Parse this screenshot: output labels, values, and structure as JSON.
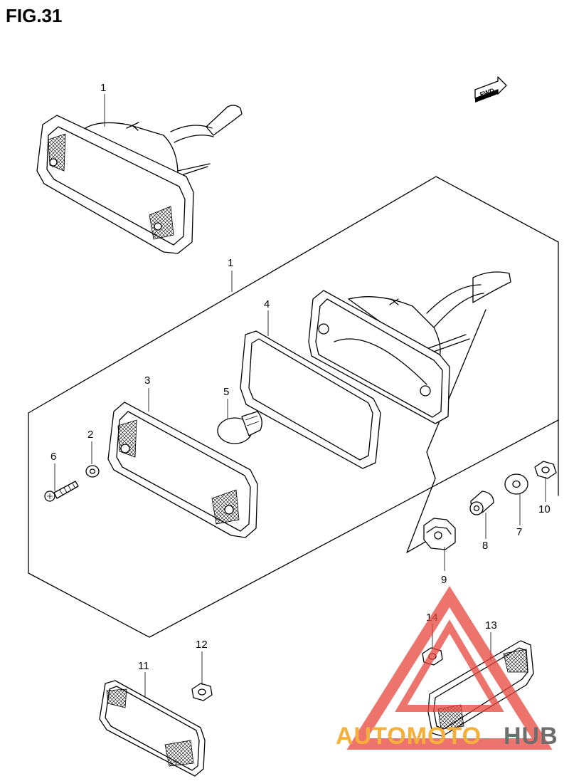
{
  "figure": {
    "title": "FIG.31"
  },
  "direction_marker": {
    "label": "FWD",
    "icon": "forward-arrow-icon"
  },
  "callouts": [
    {
      "id": "c1a",
      "label": "1"
    },
    {
      "id": "c1b",
      "label": "1"
    },
    {
      "id": "c2",
      "label": "2"
    },
    {
      "id": "c3",
      "label": "3"
    },
    {
      "id": "c4",
      "label": "4"
    },
    {
      "id": "c5",
      "label": "5"
    },
    {
      "id": "c6",
      "label": "6"
    },
    {
      "id": "c7",
      "label": "7"
    },
    {
      "id": "c8",
      "label": "8"
    },
    {
      "id": "c9",
      "label": "9"
    },
    {
      "id": "c10",
      "label": "10"
    },
    {
      "id": "c11",
      "label": "11"
    },
    {
      "id": "c12",
      "label": "12"
    },
    {
      "id": "c13",
      "label": "13"
    },
    {
      "id": "c14",
      "label": "14"
    }
  ],
  "watermark": {
    "text_orange": "AUTOMOTO",
    "text_gray": "HUB",
    "color_orange": "#f5b03c",
    "color_gray": "#6e6e6e",
    "color_triangle": "#e8463c"
  }
}
